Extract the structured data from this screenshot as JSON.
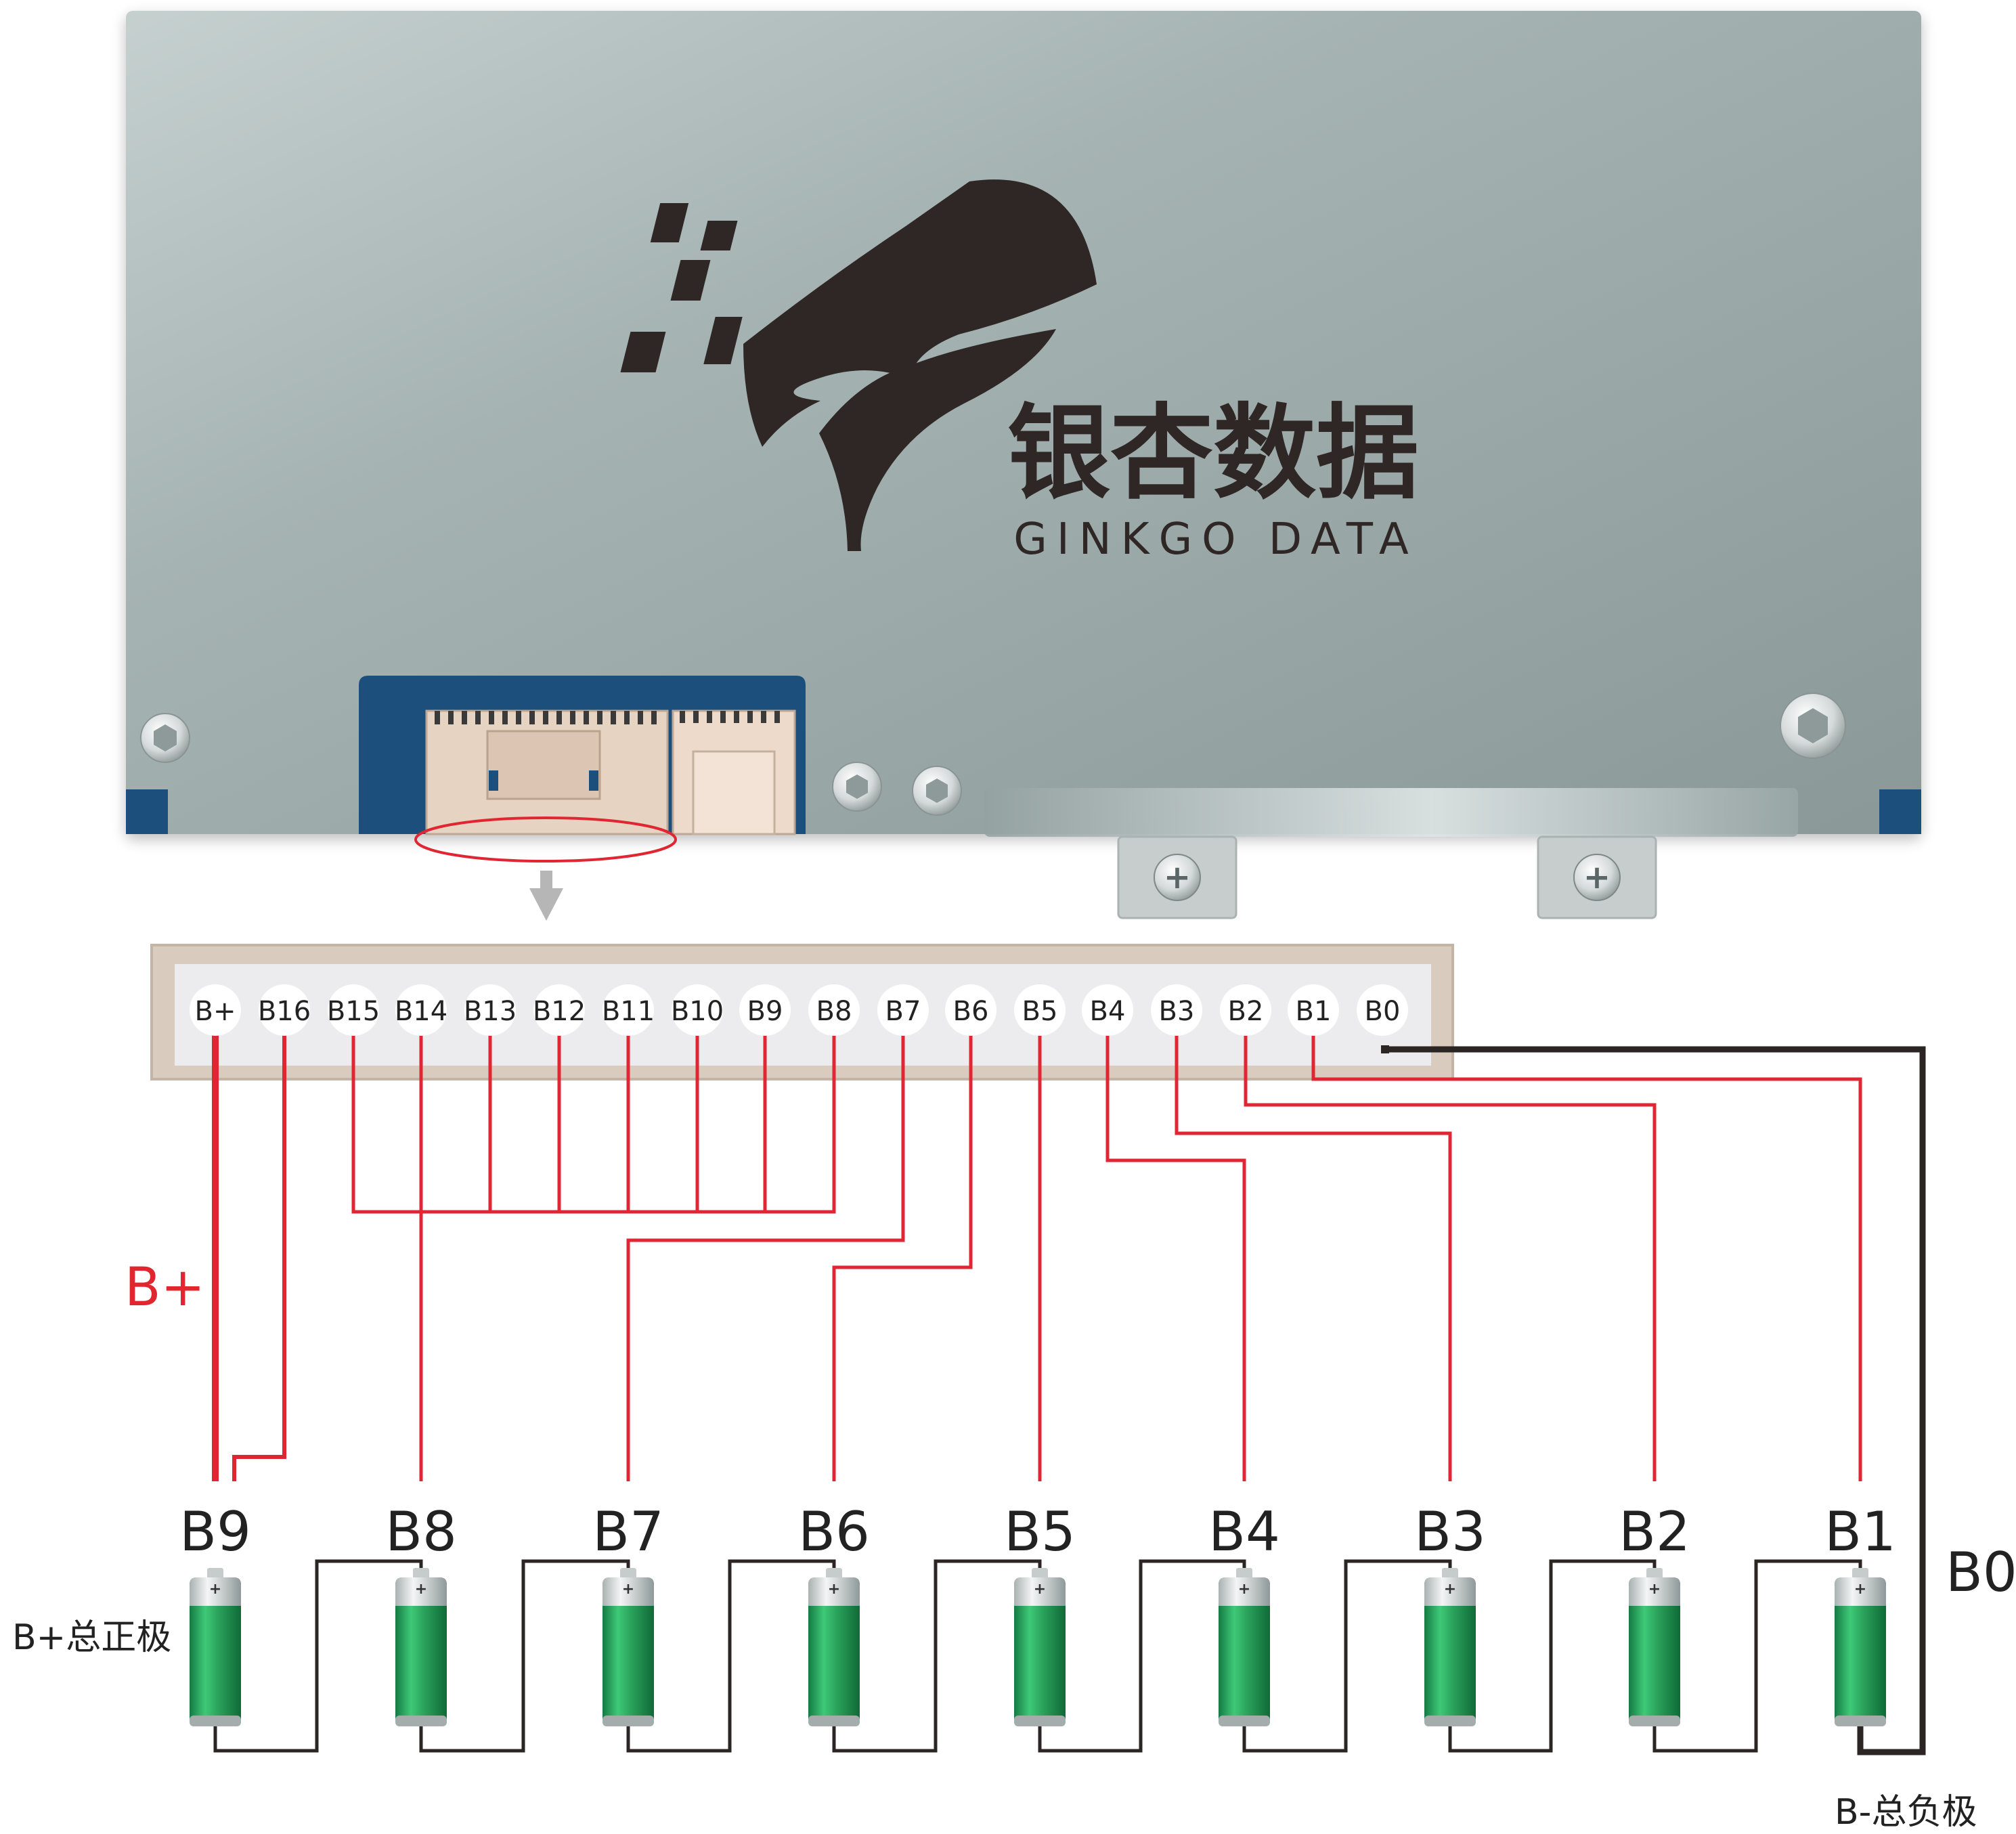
{
  "brand": {
    "name_cn": "银杏数据",
    "name_en": "GINKGO DATA"
  },
  "connector": {
    "pins": [
      "B+",
      "B16",
      "B15",
      "B14",
      "B13",
      "B12",
      "B11",
      "B10",
      "B9",
      "B8",
      "B7",
      "B6",
      "B5",
      "B4",
      "B3",
      "B2",
      "B1",
      "B0"
    ]
  },
  "cells": [
    "B9",
    "B8",
    "B7",
    "B6",
    "B5",
    "B4",
    "B3",
    "B2",
    "B1"
  ],
  "labels": {
    "b_plus_wire": "B+",
    "pack_positive": "B+总正极",
    "pack_negative": "B-总负极",
    "b0_wire": "B0"
  },
  "colors": {
    "board": "#97a3a4",
    "connector_base": "#1d4f7c",
    "sense_wire": "#e02633",
    "ground_wire": "#2b2523",
    "battery_green": "#2aa35a",
    "label_red": "#e0262f"
  }
}
